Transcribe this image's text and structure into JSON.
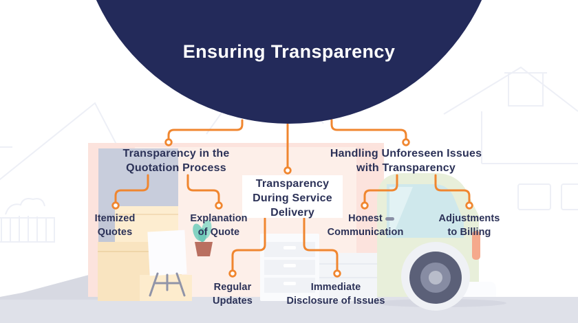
{
  "title": "Ensuring Transparency",
  "branches": {
    "quotation": {
      "label": "Transparency in the\nQuotation Process",
      "children": {
        "itemized": "Itemized\nQuotes",
        "explanation": "Explanation\nof Quote"
      }
    },
    "service": {
      "label": "Transparency\nDuring Service\nDelivery",
      "children": {
        "regular": "Regular\nUpdates",
        "immediate": "Immediate\nDisclosure of Issues"
      }
    },
    "issues": {
      "label": "Handling Unforeseen Issues\nwith Transparency",
      "children": {
        "honest": "Honest\nCommunication",
        "adjustments": "Adjustments\nto Billing"
      }
    }
  },
  "colors": {
    "dome_navy": "#232a5a",
    "connector_orange": "#f0862f",
    "label_navy": "#2b3157",
    "wall_pink": "#fce3dd",
    "wall_pink_light": "#fdefe9",
    "floor_gray": "#dfe1e9",
    "ramp_gray": "#d7d9e2",
    "truck_green": "#e8efda",
    "window_blue": "#cfe8ec",
    "box_cream": "#fbe8cb"
  },
  "illustration": {
    "scene": "moving-day",
    "icons": [
      "moving-truck-icon",
      "cardboard-box-icon",
      "easel-icon",
      "potted-plant-icon",
      "dresser-icon",
      "house-outline-icon",
      "fence-outline-icon"
    ]
  }
}
